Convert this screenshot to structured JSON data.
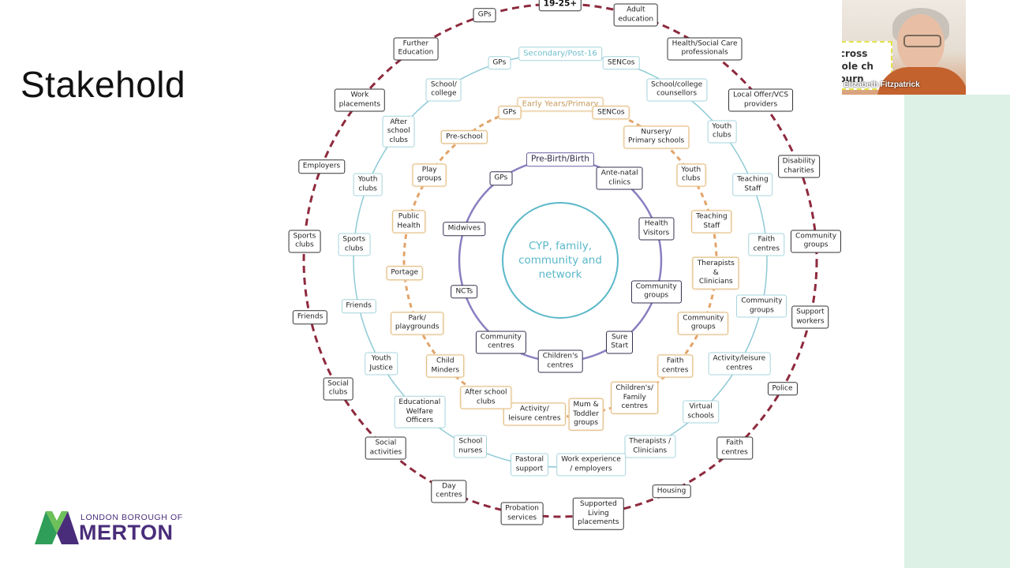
{
  "slide": {
    "title": "Stakehold"
  },
  "webcam": {
    "participant_name": "Elizabeth Fitzpatrick",
    "sticky_text": "Across\nwhole ch\njourn"
  },
  "logo": {
    "line1": "LONDON BOROUGH OF",
    "line2": "MERTON"
  },
  "diagram": {
    "center": "CYP, family,\ncommunity and\nnetwork",
    "rings": [
      {
        "heading": "Pre-Birth/Birth",
        "items": [
          "Ante-natal\nclinics",
          "Health\nVisitors",
          "Community\ngroups",
          "Sure\nStart",
          "Children's\ncentres",
          "Community\ncentres",
          "NCTs",
          "Midwives",
          "GPs"
        ]
      },
      {
        "heading": "Early Years/Primary",
        "items": [
          "SENCos",
          "Nursery/\nPrimary schools",
          "Youth\nclubs",
          "Teaching\nStaff",
          "Therapists\n&\nClinicians",
          "Community\ngroups",
          "Faith\ncentres",
          "Children's/\nFamily\ncentres",
          "Mum &\nToddler\ngroups",
          "Activity/\nleisure centres",
          "After school\nclubs",
          "Child\nMinders",
          "Park/\nplaygrounds",
          "Portage",
          "Public\nHealth",
          "Play\ngroups",
          "Pre-school",
          "GPs"
        ]
      },
      {
        "heading": "Secondary/Post-16",
        "items": [
          "SENCos",
          "School/college\ncounsellors",
          "Youth\nclubs",
          "Teaching\nStaff",
          "Faith\ncentres",
          "Community\ngroups",
          "Activity/leisure\ncentres",
          "Virtual\nschools",
          "Therapists /\nClinicians",
          "Work experience\n/ employers",
          "Pastoral\nsupport",
          "School\nnurses",
          "Educational\nWelfare\nOfficers",
          "Youth\nJustice",
          "Friends",
          "Sports\nclubs",
          "Youth\nclubs",
          "After\nschool\nclubs",
          "School/\ncollege",
          "GPs"
        ]
      },
      {
        "heading": "19-25+",
        "items": [
          "Adult\neducation",
          "Health/Social Care\nprofessionals",
          "Local Offer/VCS\nproviders",
          "Disability\ncharities",
          "Community\ngroups",
          "Support\nworkers",
          "Police",
          "Faith\ncentres",
          "Housing",
          "Supported\nLiving\nplacements",
          "Probation\nservices",
          "Day\ncentres",
          "Social\nactivities",
          "Social\nclubs",
          "Friends",
          "Sports\nclubs",
          "Employers",
          "Work\nplacements",
          "Further\nEducation",
          "GPs"
        ]
      }
    ],
    "colors": {
      "ring0": "#8a7fc0",
      "ring1": "#e2a46a",
      "ring2": "#8fcad6",
      "ring3": "#8e2a3e",
      "center": "#5ab8c8"
    }
  }
}
